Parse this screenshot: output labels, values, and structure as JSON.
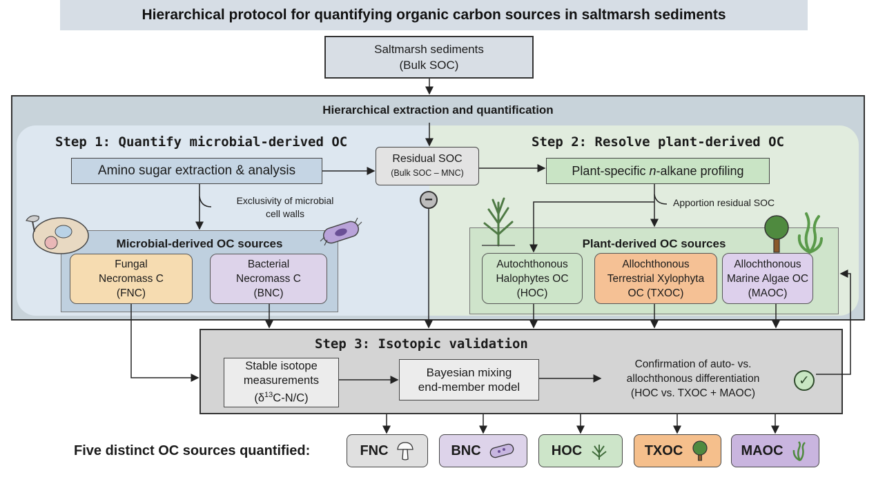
{
  "title": "Hierarchical protocol for quantifying organic carbon sources in saltmarsh sediments",
  "top_box": {
    "line1": "Saltmarsh sediments",
    "line2": "(Bulk SOC)"
  },
  "panel_heading": "Hierarchical extraction and quantification",
  "step1": {
    "heading": "Step 1: Quantify microbial-derived OC",
    "extraction": "Amino sugar extraction & analysis",
    "note_line1": "Exclusivity of microbial",
    "note_line2": "cell walls",
    "group_title": "Microbial-derived OC sources",
    "sources": [
      {
        "l1": "Fungal",
        "l2": "Necromass C",
        "l3": "(FNC)"
      },
      {
        "l1": "Bacterial",
        "l2": "Necromass C",
        "l3": "(BNC)"
      }
    ]
  },
  "residual": {
    "line1": "Residual SOC",
    "line2": "(Bulk SOC – MNC)",
    "operator": "−"
  },
  "step2": {
    "heading": "Step 2: Resolve plant-derived OC",
    "profiling_prefix": "Plant-specific ",
    "profiling_italic": "n",
    "profiling_suffix": "-alkane profiling",
    "note": "Apportion residual SOC",
    "group_title": "Plant-derived OC sources",
    "sources": [
      {
        "l1": "Autochthonous",
        "l2": "Halophytes OC",
        "l3": "(HOC)"
      },
      {
        "l1": "Allochthonous",
        "l2": "Terrestrial Xylophyta",
        "l3": "OC (TXOC)"
      },
      {
        "l1": "Allochthonous",
        "l2": "Marine Algae OC",
        "l3": "(MAOC)"
      }
    ]
  },
  "step3": {
    "heading": "Step 3: Isotopic validation",
    "stable": {
      "l1": "Stable isotope",
      "l2": "measurements",
      "l3": "(δ13C-N/C)"
    },
    "bayes": {
      "l1": "Bayesian mixing",
      "l2": "end-member model"
    },
    "confirm": {
      "l1": "Confirmation of auto- vs.",
      "l2": "allochthonous differentiation",
      "l3": "(HOC vs. TXOC + MAOC)"
    },
    "check": "✓"
  },
  "final": {
    "label": "Five distinct OC sources quantified:",
    "items": [
      "FNC",
      "BNC",
      "HOC",
      "TXOC",
      "MAOC"
    ]
  },
  "colors": {
    "fungal": "#f6dcb1",
    "bacterial": "#ddd3ea",
    "halophyte": "#cde5c9",
    "xylophyta": "#f5c195",
    "algae": "#ddd0ec"
  },
  "icons": [
    "mushroom-icon",
    "bacterium-icon",
    "halophyte-plant-icon",
    "tree-icon",
    "seaweed-icon",
    "cell-icon"
  ]
}
